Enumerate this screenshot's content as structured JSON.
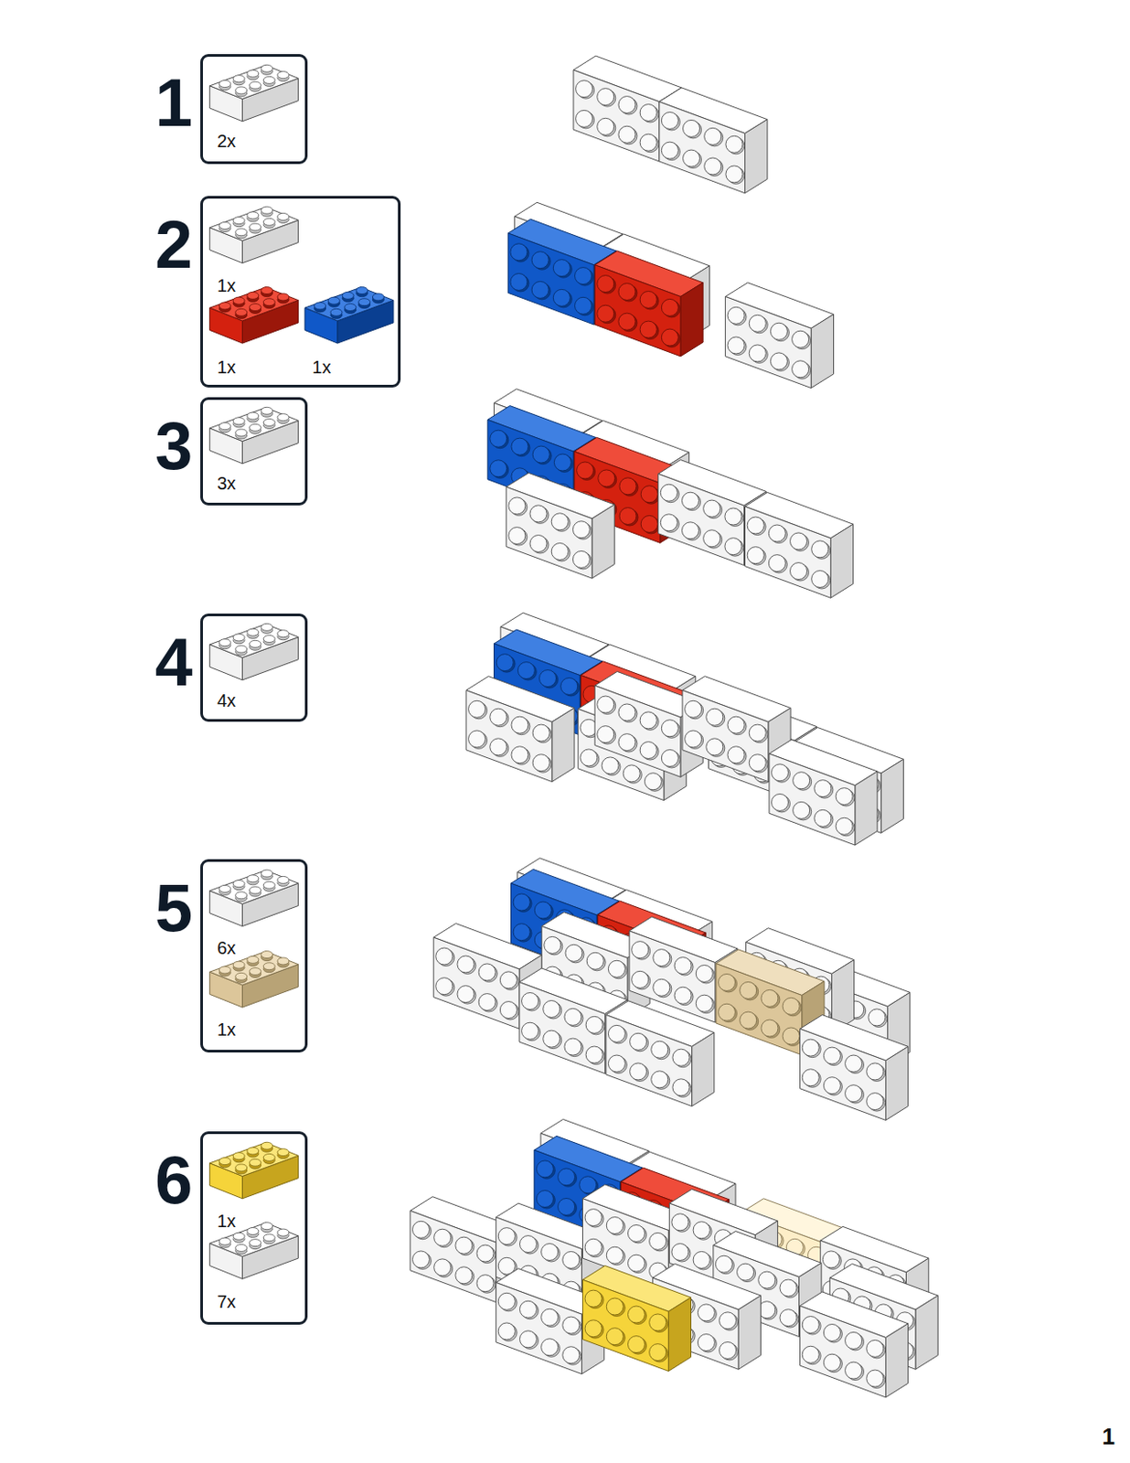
{
  "diagram": {
    "nodes": [
      {
        "text": [
          "1",
          "2x"
        ]
      },
      {
        "text": [
          "2",
          "1x",
          "1x",
          "1x"
        ]
      },
      {
        "text": [
          "3",
          "3x"
        ]
      },
      {
        "text": [
          "4",
          "4x"
        ]
      },
      {
        "text": [
          "5",
          "6x",
          "1x"
        ]
      },
      {
        "text": [
          "6",
          "1x",
          "7x"
        ]
      }
    ],
    "labels": [
      "1"
    ]
  }
}
